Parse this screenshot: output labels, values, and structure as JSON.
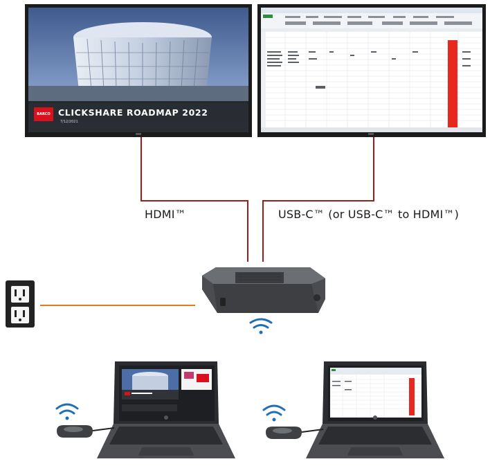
{
  "connections": {
    "left_label": "HDMI™",
    "right_label": "USB-C™ (or USB-C™ to HDMI™)"
  },
  "left_display": {
    "slide_title": "CLICKSHARE ROADMAP 2022",
    "slide_date": "7/12/2021",
    "brand": "BARCO"
  },
  "colors": {
    "cable_red": "#9b1d16",
    "power_cable": "#e07a1f",
    "wifi_blue": "#1e6fb8",
    "excel_red": "#e8281e"
  },
  "icons": [
    "power-outlet-icon",
    "wifi-icon",
    "wifi-icon",
    "wifi-icon"
  ]
}
